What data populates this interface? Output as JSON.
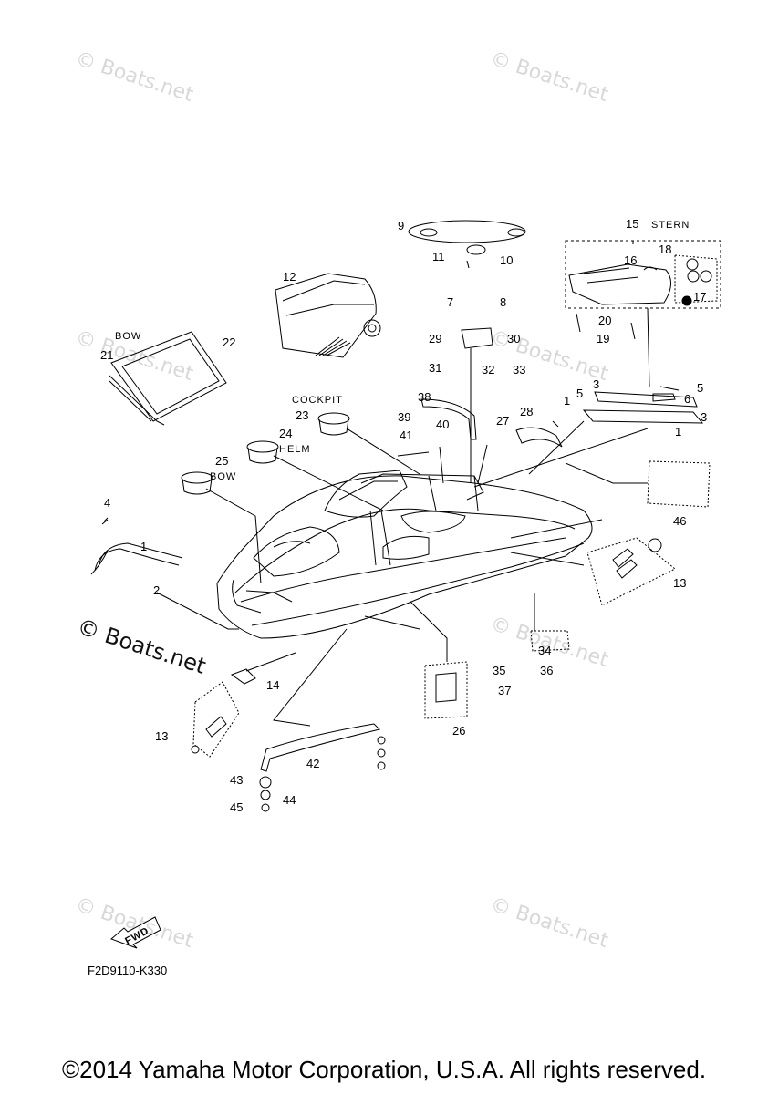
{
  "watermarks": [
    "© Boats.net",
    "© Boats.net",
    "© Boats.net",
    "© Boats.net",
    "© Boats.net",
    "© Boats.net",
    "© Boats.net",
    "© Boats.net"
  ],
  "watermark_prominent": "© Boats.net",
  "text_labels": {
    "stern": "STERN",
    "bow_a": "BOW",
    "cockpit": "COCKPIT",
    "helm": "HELM",
    "bow_b": "BOW",
    "fwd": "FWD"
  },
  "parts": [
    "1",
    "1",
    "1",
    "2",
    "3",
    "3",
    "4",
    "5",
    "5",
    "6",
    "7",
    "8",
    "9",
    "10",
    "11",
    "12",
    "13",
    "13",
    "14",
    "15",
    "16",
    "17",
    "18",
    "19",
    "20",
    "21",
    "22",
    "23",
    "24",
    "25",
    "26",
    "27",
    "28",
    "29",
    "30",
    "31",
    "32",
    "33",
    "34",
    "35",
    "36",
    "37",
    "38",
    "39",
    "40",
    "41",
    "42",
    "43",
    "44",
    "45",
    "46"
  ],
  "diagram_code": "F2D9110-K330",
  "copyright": "©2014 Yamaha Motor Corporation, U.S.A. All rights reserved."
}
